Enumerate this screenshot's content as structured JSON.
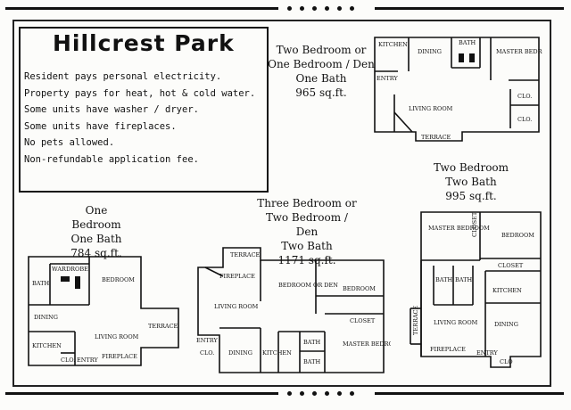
{
  "title": "Hillcrest Park",
  "features": [
    "Resident pays personal electricity.",
    "Property pays for heat, hot & cold water.",
    "Some units have washer / dryer.",
    "Some units have fireplaces.",
    "No pets allowed.",
    "Non-refundable application fee."
  ],
  "units": {
    "one_bed": {
      "line1": "One Bedroom",
      "line2": "One Bath",
      "size": "784 sq.ft."
    },
    "two_bed_den": {
      "line1": "Two Bedroom or",
      "line2": "One Bedroom / Den",
      "line3": "One Bath",
      "size": "965 sq.ft."
    },
    "three_bed": {
      "line1": "Three Bedroom or",
      "line2": "Two Bedroom / Den",
      "line3": "Two Bath",
      "size": "1171 sq.ft."
    },
    "two_bed_two_bath": {
      "line1": "Two Bedroom",
      "line2": "Two Bath",
      "size": "995 sq.ft."
    }
  },
  "rooms": {
    "one_bed": [
      "WARDROBE",
      "BATH",
      "BEDROOM",
      "DINING",
      "LIVING ROOM",
      "TERRACE",
      "KITCHEN",
      "CLO.",
      "ENTRY",
      "FIREPLACE"
    ],
    "two_bed_den": [
      "KITCHEN",
      "DINING",
      "BATH",
      "MASTER BEDROOM",
      "ENTRY",
      "LIVING ROOM",
      "CLO.",
      "CLO.",
      "TERRACE"
    ],
    "three_bed": [
      "TERRACE",
      "FIREPLACE",
      "LIVING ROOM",
      "BEDROOM OR DEN",
      "BEDROOM",
      "CLOSET",
      "ENTRY",
      "CLO.",
      "DINING",
      "KITCHEN",
      "BATH",
      "BATH",
      "MASTER BEDROOM"
    ],
    "two_bed_two_bath": [
      "MASTER BEDROOM",
      "CLOSET",
      "BEDROOM",
      "CLOSET",
      "BATH",
      "BATH",
      "KITCHEN",
      "TERRACE",
      "LIVING ROOM",
      "DINING",
      "FIREPLACE",
      "ENTRY",
      "CLO"
    ]
  }
}
